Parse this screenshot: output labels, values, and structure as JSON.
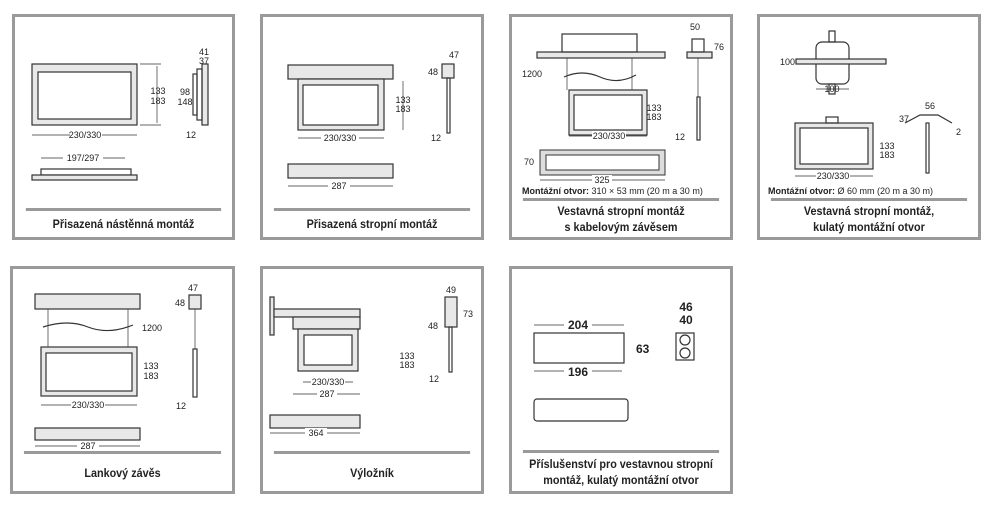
{
  "panels": [
    {
      "caption": "Přisazená nástěnná montáž",
      "dims": {
        "width": "230/330",
        "height": "133\n183",
        "h1": "133",
        "h2": "183",
        "depth1": "41",
        "depth2": "37",
        "inner1": "98",
        "inner2": "148",
        "thick": "12",
        "bottom": "197/297"
      }
    },
    {
      "caption": "Přisazená stropní montáž",
      "dims": {
        "width": "230/330",
        "h1": "133",
        "h2": "183",
        "box_w": "47",
        "box_h": "48",
        "thick": "12",
        "bottom": "287"
      }
    },
    {
      "caption_l1": "Vestavná stropní montáž",
      "caption_l2": "s kabelovým závěsem",
      "dims": {
        "w50": "50",
        "h76": "76",
        "cable": "1200",
        "h1": "133",
        "h2": "183",
        "width": "230/330",
        "thick": "12",
        "h70": "70",
        "w325": "325"
      },
      "note_label": "Montážní otvor:",
      "note_value": "310 × 53 mm (20 m a 30 m)"
    },
    {
      "caption_l1": "Vestavná stropní montáž,",
      "caption_l2": "kulatý montážní otvor",
      "dims": {
        "h100": "100",
        "w100": "100",
        "w56": "56",
        "h37": "37",
        "h2mm": "2",
        "h1": "133",
        "h2": "183",
        "width": "230/330"
      },
      "note_label": "Montážní otvor:",
      "note_value": "Ø 60 mm (20 m a 30 m)"
    },
    {
      "caption": "Lankový závěs",
      "dims": {
        "box_w": "47",
        "box_h": "48",
        "cable": "1200",
        "h1": "133",
        "h2": "183",
        "width": "230/330",
        "thick": "12",
        "bottom": "287"
      }
    },
    {
      "caption": "Výložník",
      "dims": {
        "w49": "49",
        "h73": "73",
        "h48": "48",
        "h1": "133",
        "h2": "183",
        "width": "230/330",
        "w287": "287",
        "thick": "12",
        "bottom": "364"
      }
    },
    {
      "caption_l1": "Příslušenství pro vestavnou stropní",
      "caption_l2": "montáž, kulatý montážní otvor",
      "dims": {
        "w204": "204",
        "w196": "196",
        "h63": "63",
        "w46": "46",
        "w40": "40"
      }
    }
  ]
}
